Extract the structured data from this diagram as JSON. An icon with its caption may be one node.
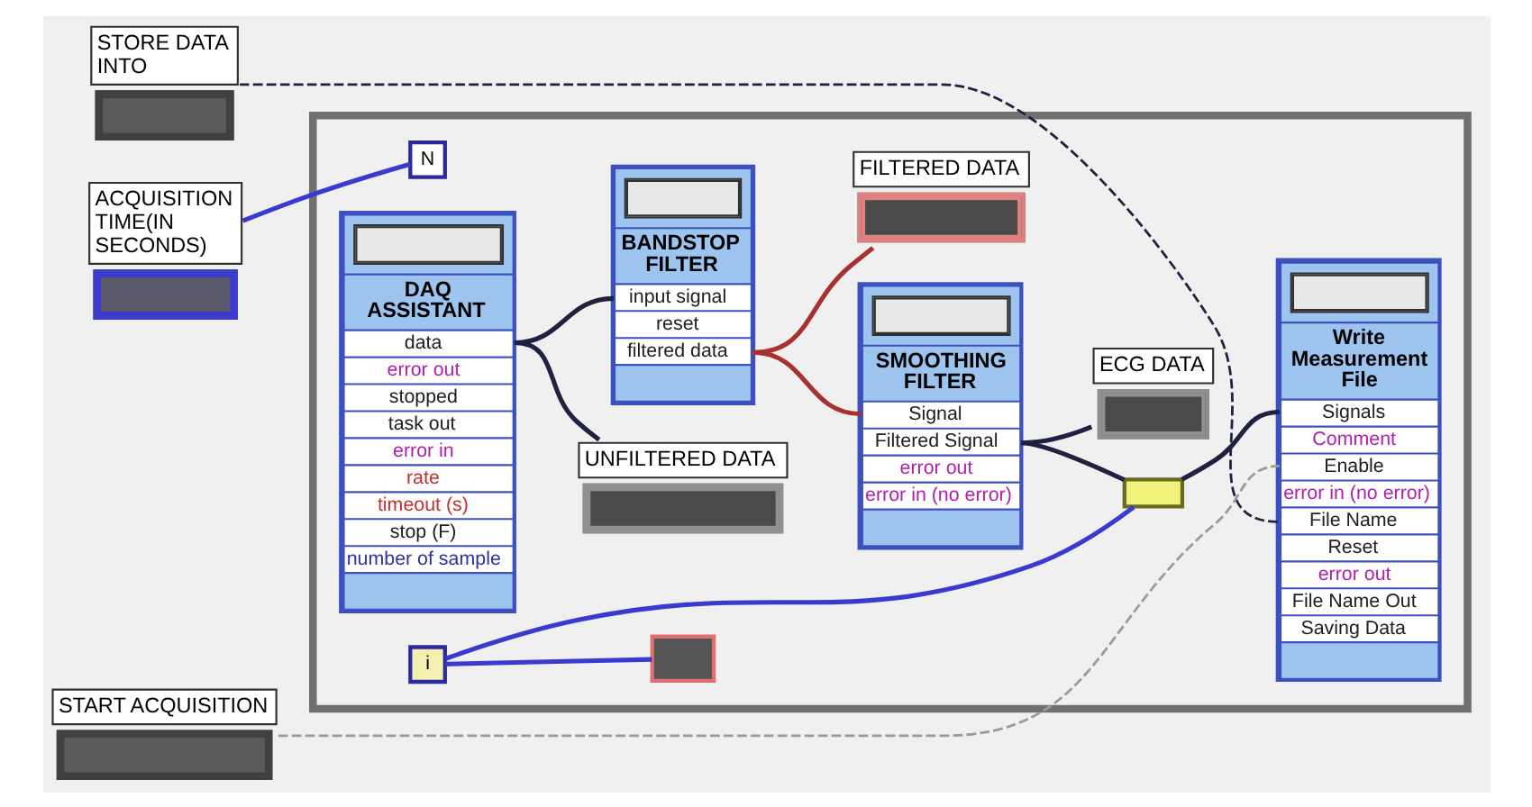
{
  "diagram": {
    "nodes": [
      {
        "text": [],
        "shape": "box"
      },
      {
        "text": [
          "ACQUISITION TIME(IN SECONDS)"
        ]
      },
      {
        "text": [
          "N"
        ],
        "in": 0
      },
      {
        "text": [
          "DAQ ASSISTANT",
          "data",
          "error out",
          "stopped",
          "task out",
          "error in",
          "rate",
          "timeout (s)",
          "stop (F)",
          "number of sample"
        ],
        "in": 0
      },
      {
        "text": [
          "UNFILTERED DATA"
        ],
        "in": 0
      },
      {
        "text": [
          "BANDSTOP FILTER",
          "input signal",
          "reset",
          "filtered data"
        ],
        "in": 0
      },
      {
        "text": [
          "SMOOTHING FILTER",
          "Signal",
          "Filtered Signal",
          "error out",
          "error in (no error)"
        ],
        "in": 0
      },
      {
        "text": [
          "FILTERED DATA"
        ],
        "in": 0
      },
      {
        "text": [
          "Write Measurement File",
          "Signals",
          "Comment",
          "Enable",
          "error in (no error)",
          "File Name",
          "Reset",
          "error out",
          "File Name Out",
          "Saving Data"
        ],
        "in": 0
      },
      {
        "text": [
          "STORE DATA INTO"
        ]
      },
      {
        "text": [
          "START ACQUISITION"
        ]
      },
      {
        "text": [
          "i"
        ],
        "in": 0
      },
      {
        "text": [],
        "shape": "box",
        "in": 0
      },
      {
        "text": [],
        "shape": "box",
        "in": 0
      },
      {
        "text": [
          "ECG DATA"
        ],
        "in": 0
      }
    ],
    "edges": [
      {
        "from": 1,
        "to": 2,
        "arrow": "none",
        "color": "#3a3ad0"
      },
      {
        "from": 3,
        "to": 4,
        "arrow": "none"
      },
      {
        "from": 3,
        "to": 5,
        "arrow": "none"
      },
      {
        "from": 5,
        "to": 6,
        "arrow": "none",
        "color": "#a83030"
      },
      {
        "from": 5,
        "to": 7,
        "arrow": "none",
        "color": "#a83030"
      },
      {
        "from": 6,
        "to": 13,
        "arrow": "none"
      },
      {
        "from": 6,
        "to": 14,
        "arrow": "none"
      },
      {
        "from": 11,
        "to": 12,
        "arrow": "none",
        "color": "#3a3ad0"
      },
      {
        "from": 11,
        "to": 13,
        "arrow": "none",
        "color": "#3a3ad0"
      },
      {
        "from": 13,
        "to": 8,
        "arrow": "none"
      },
      {
        "from": 9,
        "to": 8,
        "arrow": "none",
        "style": "dashed"
      },
      {
        "from": 10,
        "to": 8,
        "arrow": "none",
        "style": "dashed",
        "color": "#9a9a9a"
      }
    ]
  }
}
